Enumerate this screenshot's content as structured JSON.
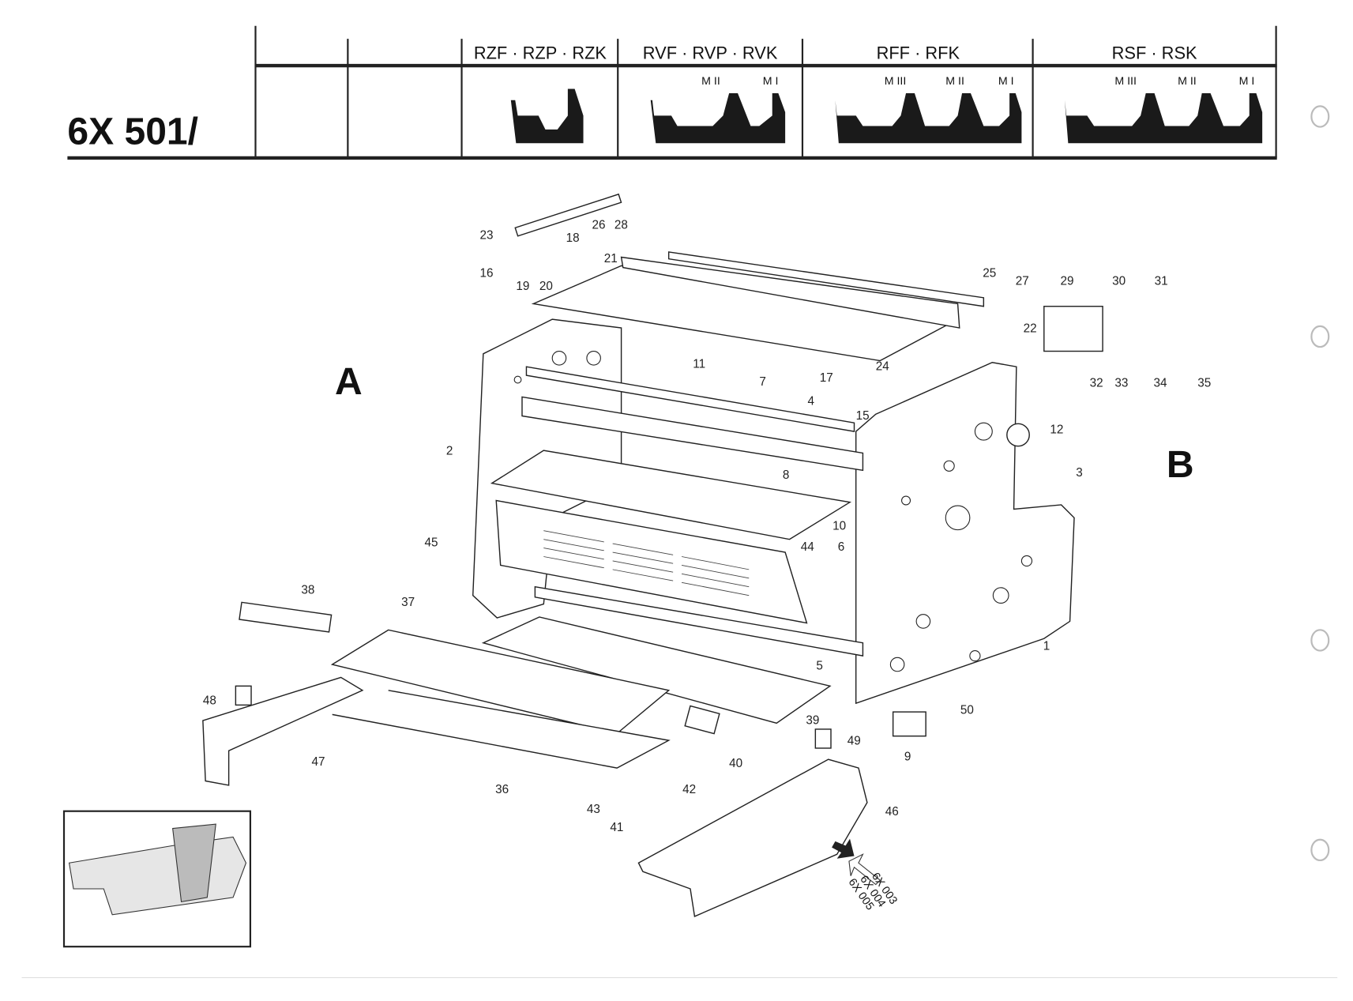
{
  "header": {
    "part_number": "6X 501/",
    "columns": [
      {
        "title": "RZF · RZP · RZK",
        "markers": []
      },
      {
        "title": "RVF · RVP · RVK",
        "markers": [
          "M II",
          "M I"
        ]
      },
      {
        "title": "RFF · RFK",
        "markers": [
          "M III",
          "M II",
          "M I"
        ]
      },
      {
        "title": "RSF · RSK",
        "markers": [
          "M III",
          "M II",
          "M I"
        ]
      }
    ]
  },
  "diagram": {
    "side_labels": {
      "left": "A",
      "right": "B"
    },
    "part_labels": [
      "23",
      "18",
      "26",
      "28",
      "21",
      "16",
      "19",
      "20",
      "25",
      "27",
      "29",
      "30",
      "31",
      "22",
      "24",
      "17",
      "11",
      "7",
      "4",
      "15",
      "32",
      "33",
      "34",
      "35",
      "12",
      "2",
      "8",
      "3",
      "10",
      "44",
      "6",
      "45",
      "38",
      "37",
      "5",
      "1",
      "48",
      "50",
      "39",
      "49",
      "40",
      "47",
      "9",
      "36",
      "42",
      "43",
      "41",
      "46"
    ],
    "model_refs": [
      "6X 003",
      "6X 004",
      "6X 005"
    ]
  }
}
